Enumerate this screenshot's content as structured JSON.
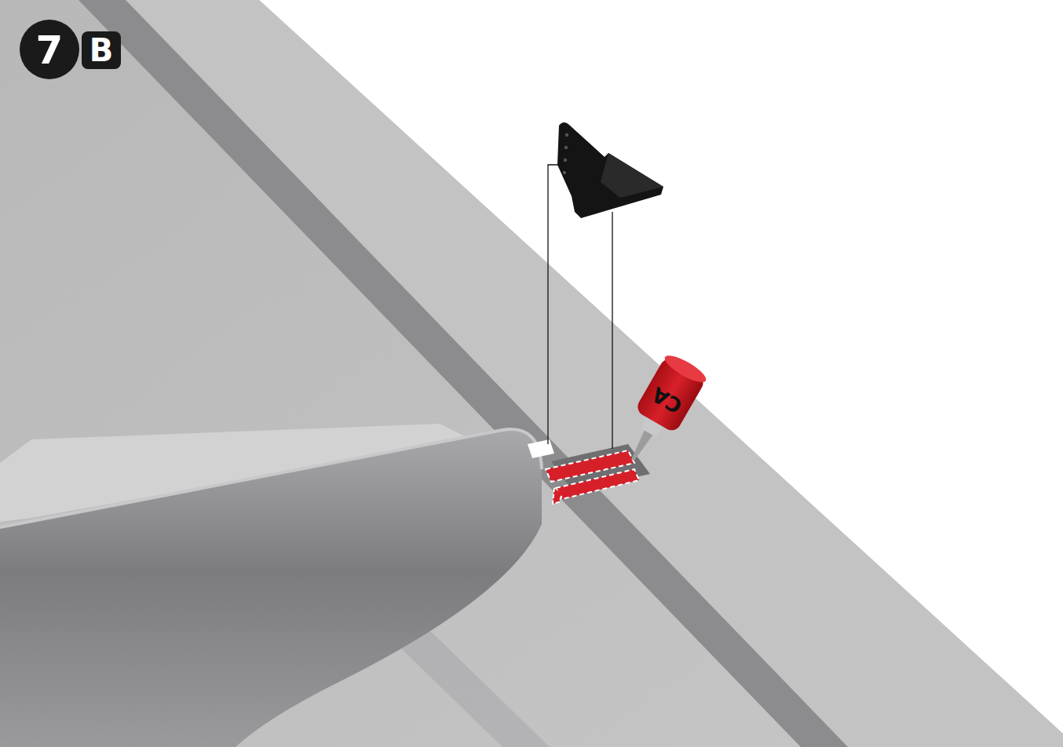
{
  "diagram": {
    "labels": [
      "7",
      "B",
      "CA"
    ]
  }
}
